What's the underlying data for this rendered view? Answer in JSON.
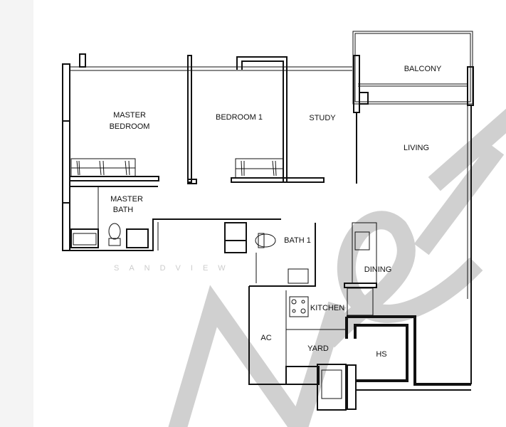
{
  "floorplan": {
    "rooms": {
      "master_bedroom": [
        "MASTER",
        "BEDROOM"
      ],
      "bedroom_1": "BEDROOM 1",
      "study": "STUDY",
      "balcony": "BALCONY",
      "living": "LIVING",
      "master_bath": [
        "MASTER",
        "BATH"
      ],
      "bath_1": "BATH 1",
      "dining": "DINING",
      "kitchen": "KITCHEN",
      "ac": "AC",
      "yard": "YARD",
      "hs": "HS"
    },
    "watermark_text": "SANDVIEW",
    "logo_text": "NeX",
    "colors": {
      "walls": "#111111",
      "watermark": "#c8c8c8",
      "background": "#ffffff",
      "side_strip": "#f4f4f4"
    }
  }
}
